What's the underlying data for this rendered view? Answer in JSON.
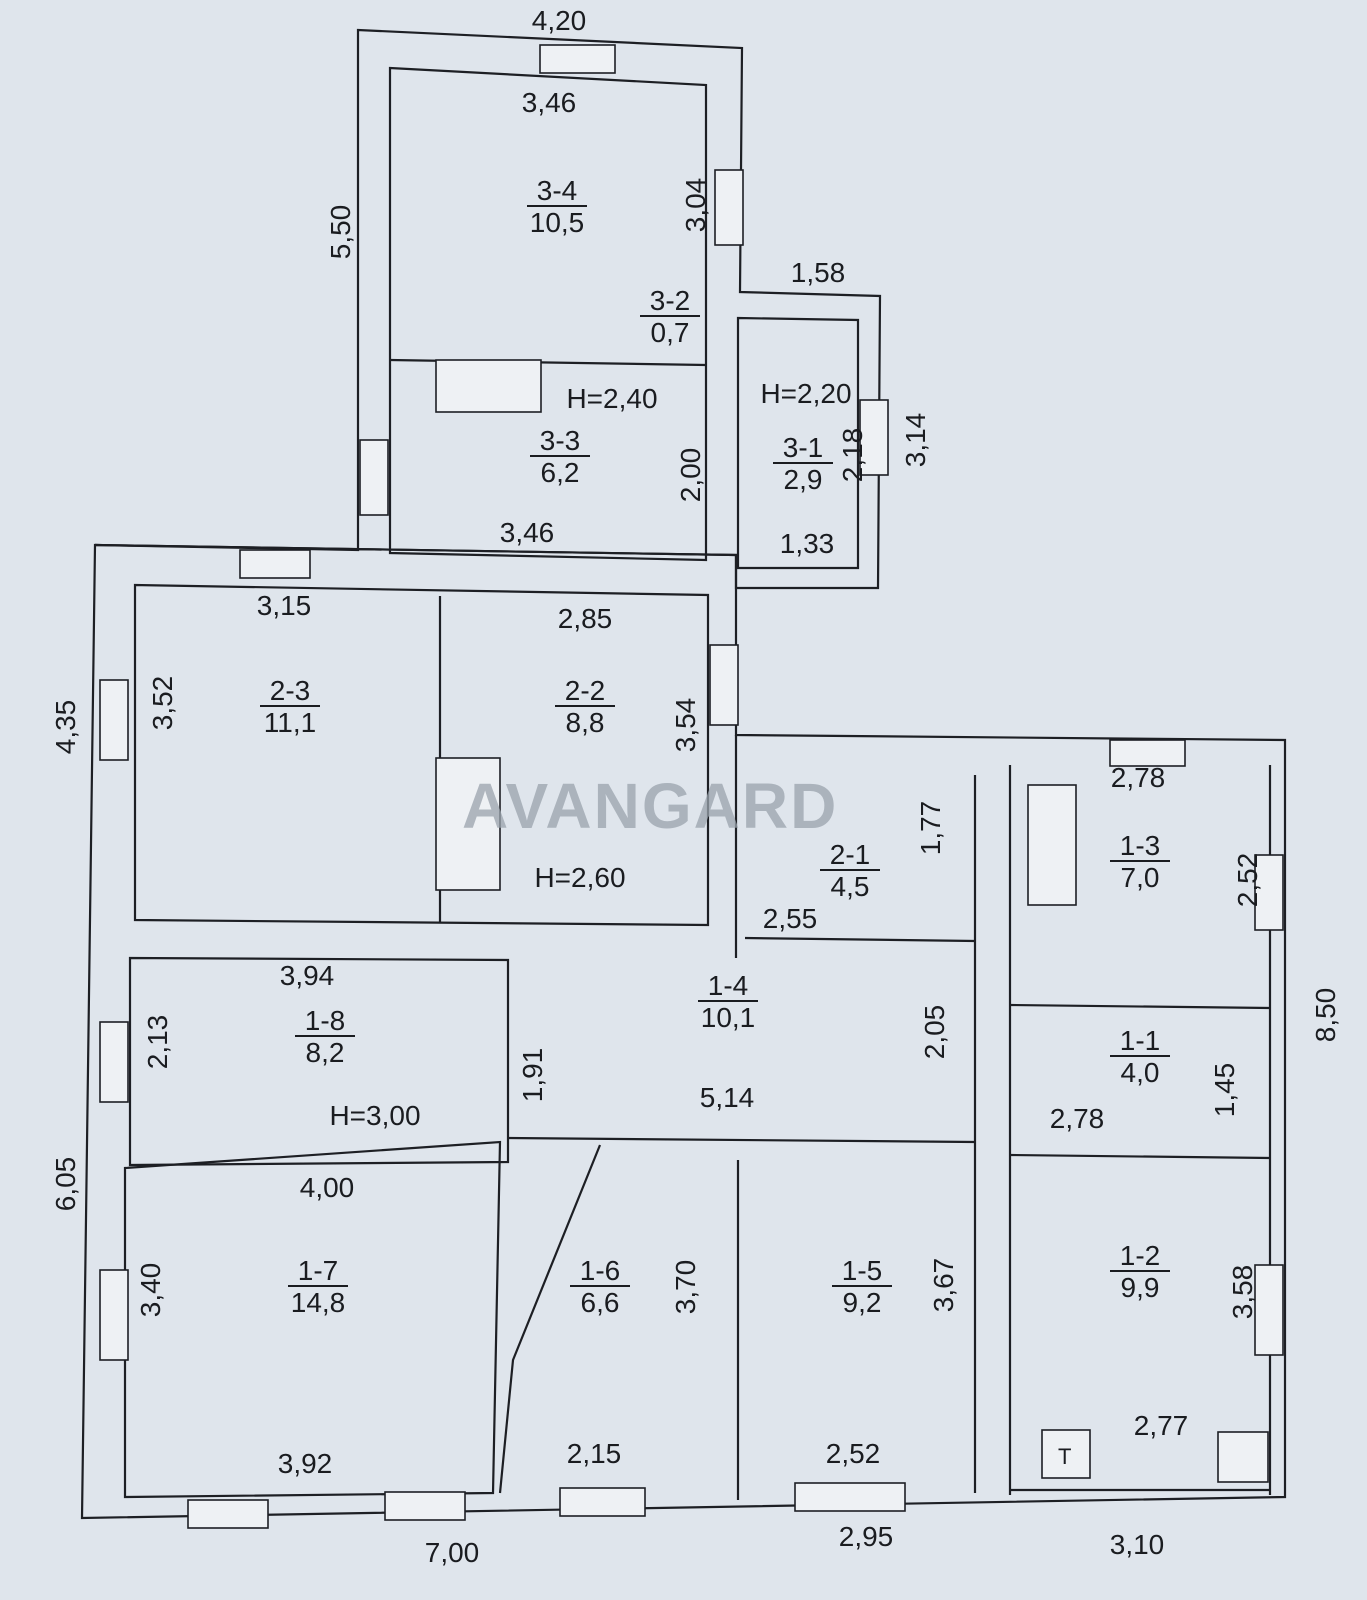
{
  "watermark": "AVANGARD",
  "rooms": [
    {
      "id": "3-4",
      "area": "10,5"
    },
    {
      "id": "3-2",
      "area": "0,7"
    },
    {
      "id": "3-3",
      "area": "6,2"
    },
    {
      "id": "3-1",
      "area": "2,9"
    },
    {
      "id": "2-3",
      "area": "11,1"
    },
    {
      "id": "2-2",
      "area": "8,8"
    },
    {
      "id": "2-1",
      "area": "4,5"
    },
    {
      "id": "1-3",
      "area": "7,0"
    },
    {
      "id": "1-4",
      "area": "10,1"
    },
    {
      "id": "1-8",
      "area": "8,2"
    },
    {
      "id": "1-1",
      "area": "4,0"
    },
    {
      "id": "1-7",
      "area": "14,8"
    },
    {
      "id": "1-6",
      "area": "6,6"
    },
    {
      "id": "1-5",
      "area": "9,2"
    },
    {
      "id": "1-2",
      "area": "9,9"
    }
  ],
  "heights": [
    "H=2,40",
    "H=2,20",
    "H=2,60",
    "H=3,00"
  ],
  "dimensions": [
    "4,20",
    "3,46",
    "3,04",
    "5,50",
    "1,58",
    "3,14",
    "2,18",
    "2,00",
    "3,46",
    "1,33",
    "3,15",
    "2,85",
    "4,35",
    "3,52",
    "3,54",
    "1,77",
    "2,78",
    "2,52",
    "2,55",
    "3,94",
    "2,05",
    "8,50",
    "2,13",
    "1,91",
    "5,14",
    "1,45",
    "2,78",
    "4,00",
    "6,05",
    "3,40",
    "3,70",
    "3,67",
    "3,58",
    "2,77",
    "3,92",
    "2,15",
    "2,52",
    "7,00",
    "2,95",
    "3,10"
  ],
  "fixtures": {
    "boiler_label": "T"
  }
}
